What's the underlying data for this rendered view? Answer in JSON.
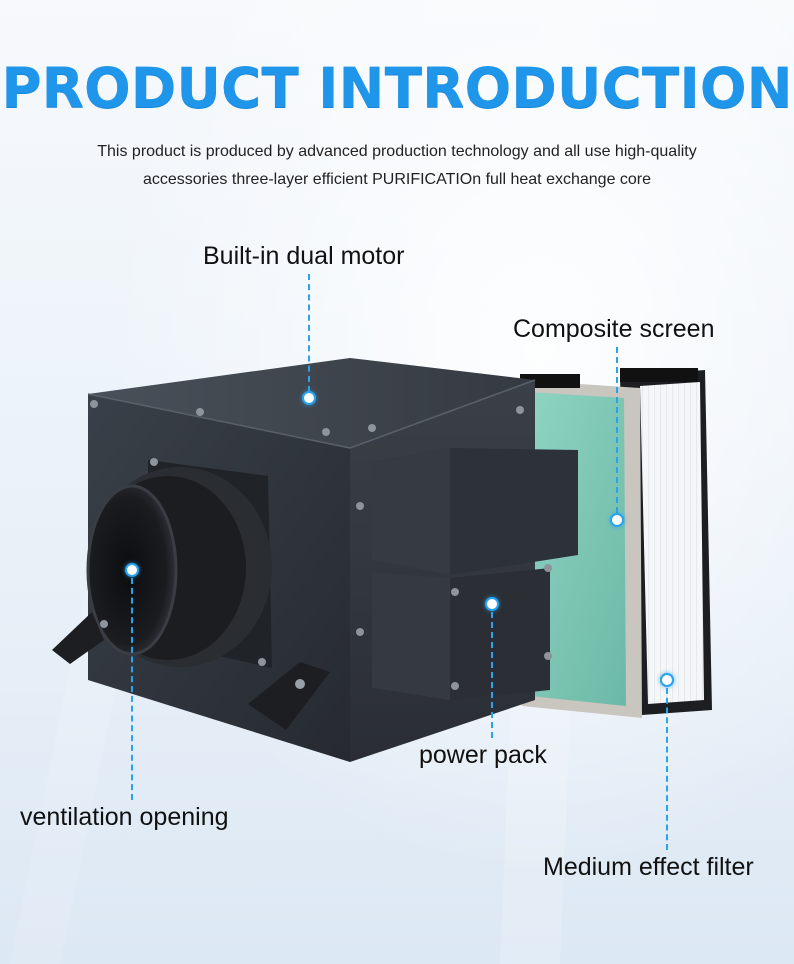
{
  "header": {
    "title": "PRODUCT INTRODUCTION",
    "subtitle_line1": "This product is produced by advanced production technology and all use high-quality",
    "subtitle_line2": "accessories three-layer efficient PURIFICATIOn full heat exchange core"
  },
  "callouts": {
    "motor": "Built-in dual motor",
    "screen": "Composite screen",
    "power": "power pack",
    "vent": "ventilation opening",
    "filter": "Medium effect filter"
  },
  "colors": {
    "accent": "#1f96ea",
    "callout_line": "#2aa3ee",
    "body_dark": "#2f343b",
    "filter_green": "#7fc9b6"
  }
}
